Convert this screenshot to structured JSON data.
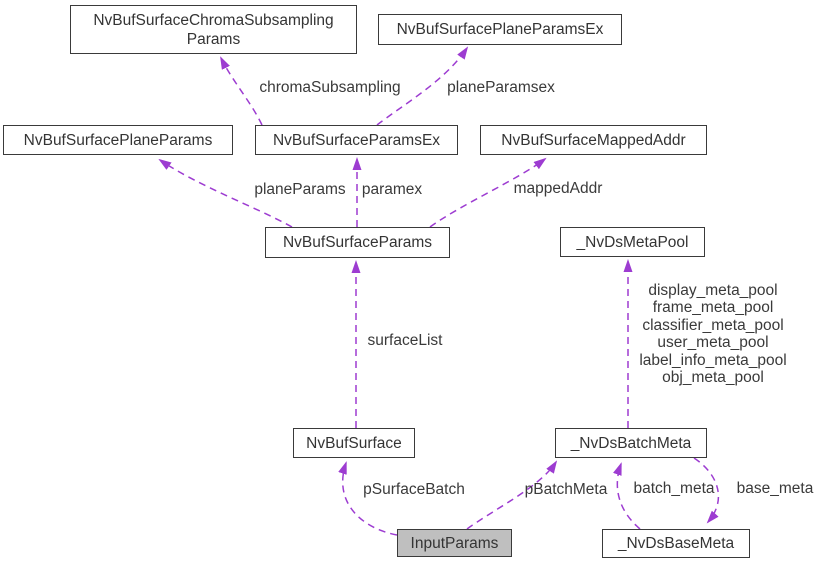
{
  "diagram": {
    "type": "collaboration-graph",
    "selected_node": "InputParams",
    "colors": {
      "edge": "#9d3cd1",
      "node_border": "#3a3a3a",
      "node_fill": "#ffffff",
      "selected_node_fill": "#bfbfbf",
      "text": "#3a3a3a",
      "background": "#ffffff"
    }
  },
  "nodes": [
    {
      "label": "NvBufSurfaceChromaSubsampling\nParams"
    },
    {
      "label": "NvBufSurfacePlaneParamsEx"
    },
    {
      "label": "NvBufSurfacePlaneParams"
    },
    {
      "label": "NvBufSurfaceParamsEx"
    },
    {
      "label": "NvBufSurfaceMappedAddr"
    },
    {
      "label": "NvBufSurfaceParams"
    },
    {
      "label": "_NvDsMetaPool"
    },
    {
      "label": "NvBufSurface"
    },
    {
      "label": "_NvDsBatchMeta"
    },
    {
      "label": "InputParams",
      "selected": true
    },
    {
      "label": "_NvDsBaseMeta"
    }
  ],
  "edges": [
    {
      "from": "NvBufSurfaceParamsEx",
      "to": "NvBufSurfaceChromaSubsamplingParams",
      "label": "chromaSubsampling"
    },
    {
      "from": "NvBufSurfaceParamsEx",
      "to": "NvBufSurfacePlaneParamsEx",
      "label": "planeParamsex"
    },
    {
      "from": "NvBufSurfaceParams",
      "to": "NvBufSurfacePlaneParams",
      "label": "planeParams"
    },
    {
      "from": "NvBufSurfaceParams",
      "to": "NvBufSurfaceParamsEx",
      "label": "paramex"
    },
    {
      "from": "NvBufSurfaceParams",
      "to": "NvBufSurfaceMappedAddr",
      "label": "mappedAddr"
    },
    {
      "from": "NvBufSurface",
      "to": "NvBufSurfaceParams",
      "label": "surfaceList"
    },
    {
      "from": "_NvDsBatchMeta",
      "to": "_NvDsMetaPool",
      "label": [
        "display_meta_pool",
        "frame_meta_pool",
        "classifier_meta_pool",
        "user_meta_pool",
        "label_info_meta_pool",
        "obj_meta_pool"
      ]
    },
    {
      "from": "InputParams",
      "to": "NvBufSurface",
      "label": "pSurfaceBatch"
    },
    {
      "from": "InputParams",
      "to": "_NvDsBatchMeta",
      "label": "pBatchMeta"
    },
    {
      "from": "_NvDsBaseMeta",
      "to": "_NvDsBatchMeta",
      "label": "batch_meta"
    },
    {
      "from": "_NvDsBatchMeta",
      "to": "_NvDsBaseMeta",
      "label": "base_meta"
    }
  ]
}
